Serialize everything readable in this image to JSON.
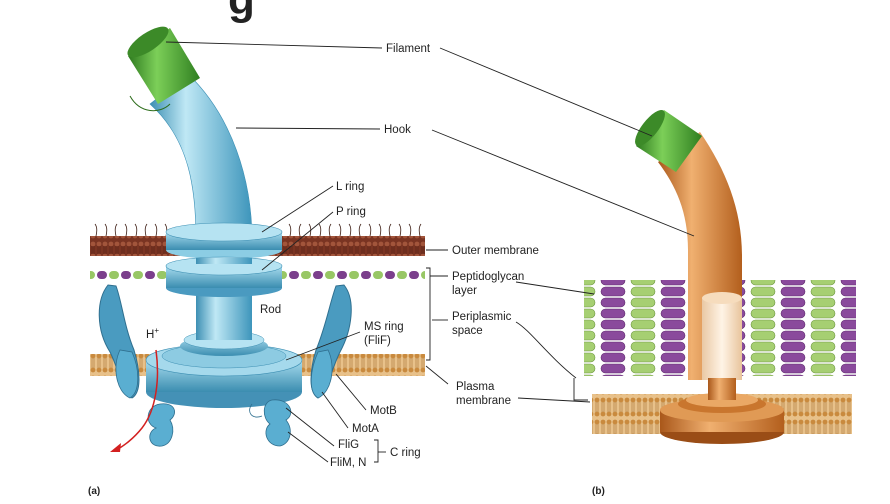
{
  "header": {
    "title_fragment": "g"
  },
  "panels": {
    "a": "(a)",
    "b": "(b)"
  },
  "labels": {
    "filament": "Filament",
    "hook": "Hook",
    "l_ring": "L ring",
    "p_ring": "P ring",
    "outer_membrane": "Outer membrane",
    "peptidoglycan_1": "Peptidoglycan",
    "peptidoglycan_2": "layer",
    "rod": "Rod",
    "ms_ring_1": "MS ring",
    "ms_ring_2": "(FliF)",
    "periplasmic_1": "Periplasmic",
    "periplasmic_2": "space",
    "h_plus": "H",
    "h_plus_sup": "+",
    "plasma_1": "Plasma",
    "plasma_2": "membrane",
    "motb": "MotB",
    "mota": "MotA",
    "flig": "FliG",
    "flim": "FliM, N",
    "c_ring": "C ring"
  },
  "colors": {
    "filament_green": "#3f9a2c",
    "hook_blue": "#6fc3df",
    "hook_orange": "#d8802e",
    "outer_membrane": "#8a3e2a",
    "peptidoglycan_purple": "#7b3f8c",
    "peptidoglycan_green": "#8fbf5a",
    "plasma_membrane": "#d9a35a",
    "proton_arrow": "#d32020"
  }
}
